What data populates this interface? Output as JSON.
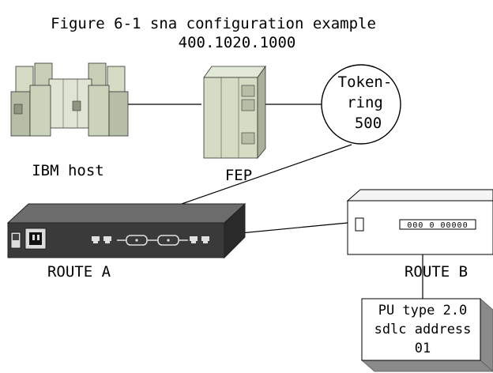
{
  "figure": {
    "title_line1": "Figure 6-1 sna configuration example",
    "title_line2": "400.1020.1000"
  },
  "nodes": {
    "ibm_host": {
      "label": "IBM host"
    },
    "fep": {
      "label": "FEP"
    },
    "token_ring": {
      "line1": "Token-",
      "line2": "ring",
      "line3": "500"
    },
    "route_a": {
      "label": "ROUTE A"
    },
    "route_b": {
      "label": "ROUTE B",
      "display": "000 0 00000"
    },
    "pu_box": {
      "line1": "PU type 2.0",
      "line2": "sdlc address",
      "line3": "01"
    }
  },
  "colors": {
    "equipment_light": "#d4dcc4",
    "equipment_mid": "#b6bea6",
    "equipment_dark": "#8e9680",
    "router_top": "#6c6c6c",
    "router_front": "#3a3a3a",
    "pu_shadow": "#8a8a8a",
    "line": "#000000"
  }
}
